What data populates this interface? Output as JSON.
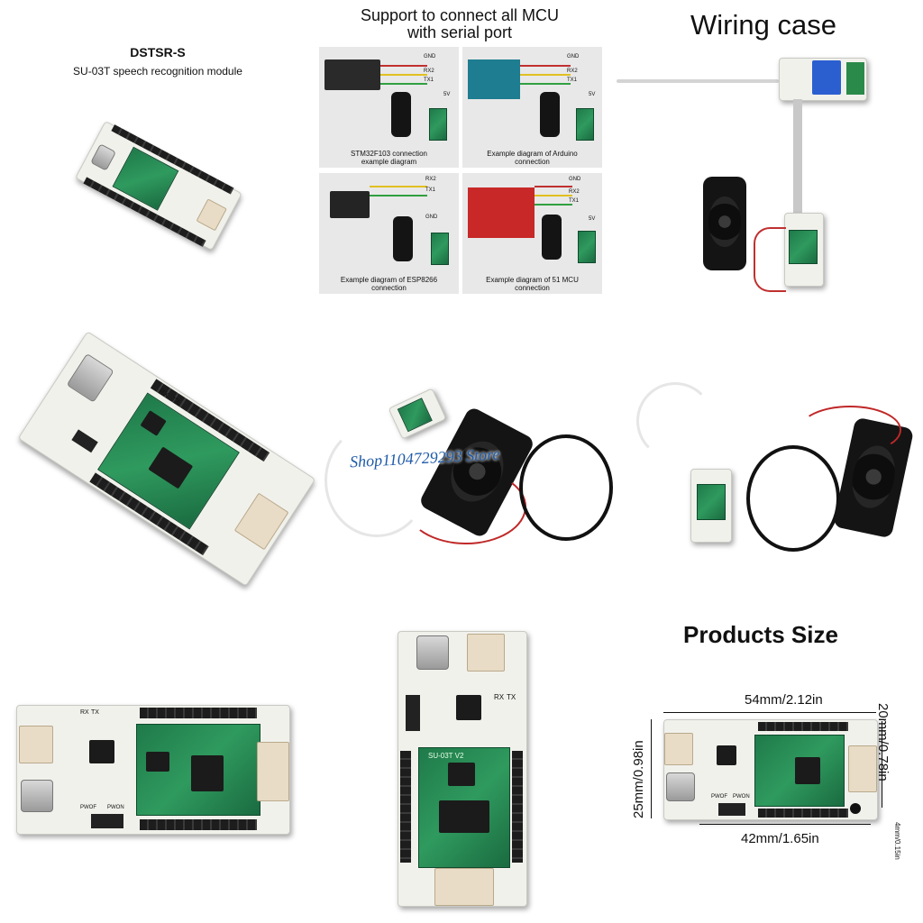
{
  "product": {
    "model": "DSTSR-S",
    "subtitle": "SU-03T speech recognition module"
  },
  "support": {
    "title_line1": "Support to connect all MCU",
    "title_line2": "with serial port",
    "diagrams": [
      {
        "line1": "STM32F103 connection",
        "line2": "example diagram"
      },
      {
        "line1": "Example diagram of Arduino",
        "line2": "connection"
      },
      {
        "line1": "Example diagram of ESP8266",
        "line2": "connection"
      },
      {
        "line1": "Example diagram of 51 MCU",
        "line2": "connection"
      }
    ],
    "pin_labels": {
      "gnd": "GND",
      "rx2": "RX2",
      "tx1": "TX1",
      "v5": "5V"
    }
  },
  "wiring": {
    "title": "Wiring case"
  },
  "watermark": "Shop1104729293 Store",
  "board_labels": {
    "rx": "RX",
    "tx": "TX",
    "pwof": "PWOF",
    "pwon": "PWON",
    "chip": "SU-03T V2"
  },
  "size": {
    "title": "Products Size",
    "width": "54mm/2.12in",
    "height_left": "25mm/0.98in",
    "height_right": "20mm/0.78in",
    "hole_spacing": "42mm/1.65in",
    "hole": "4mm/0.15in"
  },
  "colors": {
    "pcb_green": "#2f9a5e",
    "board_white": "#f1f1ec",
    "watermark": "#1e5aa8"
  }
}
